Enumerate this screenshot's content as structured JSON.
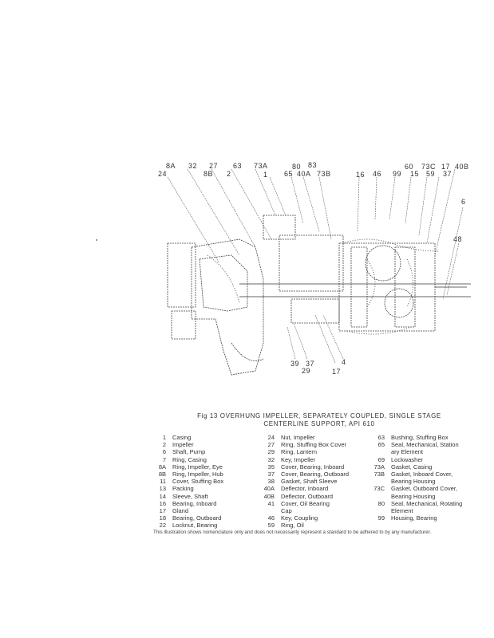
{
  "figure": {
    "caption_line1": "Fig 13  OVERHUNG IMPELLER, SEPARATELY COUPLED, SINGLE STAGE",
    "caption_line2": "CENTERLINE SUPPORT, API 610",
    "callouts_top": [
      "8A",
      "32",
      "27",
      "63",
      "73A",
      "80",
      "83"
    ],
    "callouts_second": [
      "24",
      "8B",
      "2",
      "1",
      "65",
      "40A",
      "73B",
      "16",
      "46",
      "99",
      "15",
      "59",
      "37"
    ],
    "callouts_top_right": [
      "60",
      "73C",
      "17",
      "40B"
    ],
    "callouts_side": [
      "6",
      "48"
    ],
    "callouts_bottom": [
      "39",
      "37",
      "29",
      "17",
      "4"
    ]
  },
  "parts": {
    "col1": [
      {
        "no": "1",
        "name": "Casing"
      },
      {
        "no": "2",
        "name": "Impeller"
      },
      {
        "no": "6",
        "name": "Shaft, Pump"
      },
      {
        "no": "7",
        "name": "Ring, Casing"
      },
      {
        "no": "8A",
        "name": "Ring, Impeller, Eye"
      },
      {
        "no": "8B",
        "name": "Ring, Impeller, Hub"
      },
      {
        "no": "11",
        "name": "Cover, Stuffing Box"
      },
      {
        "no": "13",
        "name": "Packing"
      },
      {
        "no": "14",
        "name": "Sleeve, Shaft"
      },
      {
        "no": "16",
        "name": "Bearing, Inboard"
      },
      {
        "no": "17",
        "name": "Gland"
      },
      {
        "no": "18",
        "name": "Bearing, Outboard"
      },
      {
        "no": "22",
        "name": "Locknut, Bearing"
      }
    ],
    "col2": [
      {
        "no": "24",
        "name": "Nut, Impeller"
      },
      {
        "no": "27",
        "name": "Ring, Stuffing Box Cover"
      },
      {
        "no": "29",
        "name": "Ring, Lantern"
      },
      {
        "no": "32",
        "name": "Key, Impeller"
      },
      {
        "no": "35",
        "name": "Cover, Bearing, Inboard"
      },
      {
        "no": "37",
        "name": "Cover, Bearing, Outboard"
      },
      {
        "no": "38",
        "name": "Gasket, Shaft Sleeve"
      },
      {
        "no": "40A",
        "name": "Deflector, Inboard"
      },
      {
        "no": "40B",
        "name": "Deflector, Outboard"
      },
      {
        "no": "41",
        "name": "Cover, Oil Bearing",
        "cont": "Cap"
      },
      {
        "no": "46",
        "name": "Key, Coupling"
      },
      {
        "no": "59",
        "name": "Ring, Oil"
      }
    ],
    "col3": [
      {
        "no": "63",
        "name": "Bushing, Stuffing Box"
      },
      {
        "no": "65",
        "name": "Seal, Mechanical, Station",
        "cont": "ary Element"
      },
      {
        "no": "69",
        "name": "Lockwasher"
      },
      {
        "no": "73A",
        "name": "Gasket, Casing"
      },
      {
        "no": "73B",
        "name": "Gasket, Inboard Cover,",
        "cont": "Bearing Housing"
      },
      {
        "no": "73C",
        "name": "Gasket, Outboard Cover,",
        "cont": "Bearing Housing"
      },
      {
        "no": "80",
        "name": "Seal, Mechanical, Rotating",
        "cont": "Element"
      },
      {
        "no": "99",
        "name": "Housing, Bearing"
      }
    ]
  },
  "footnote": "This illustration shows nomenclature only and does not necessarily represent a standard to be adhered to by any manufacturer."
}
